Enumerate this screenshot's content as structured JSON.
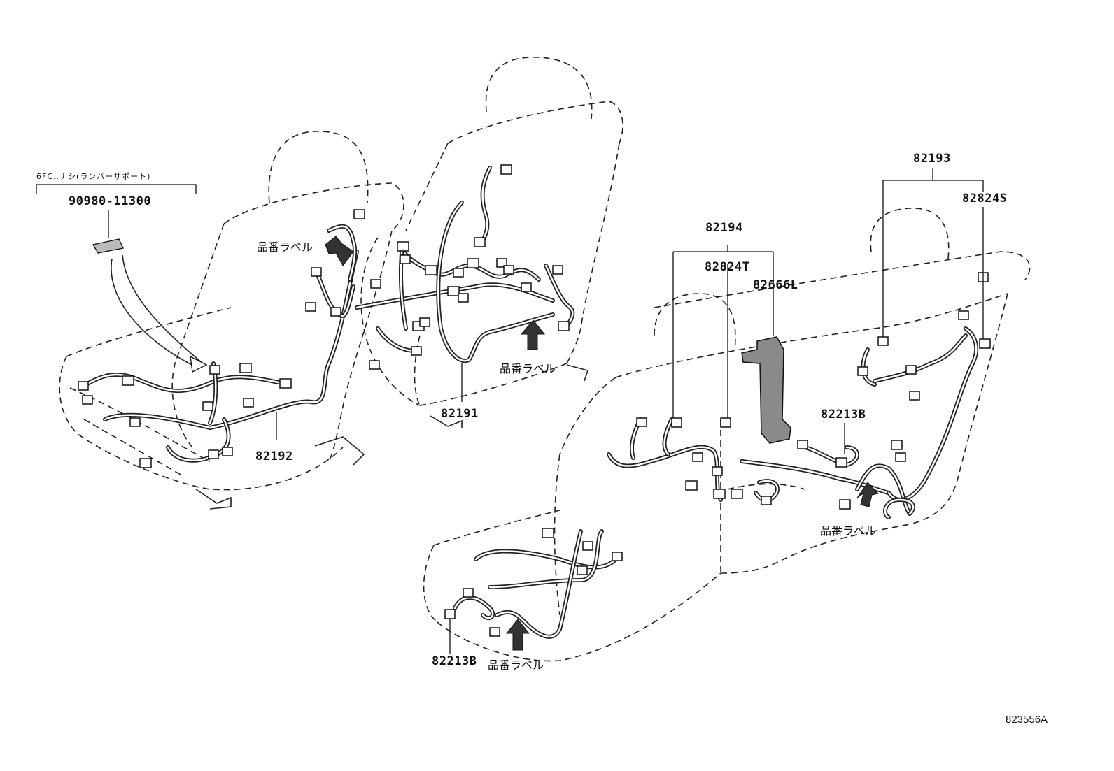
{
  "note_text": "6FC..ナシ(ランバーサポート)",
  "part_numbers": {
    "p90980": "90980-11300",
    "p82192": "82192",
    "p82191": "82191",
    "p82194": "82194",
    "p82824T": "82824T",
    "p82666L": "82666L",
    "p82193": "82193",
    "p82824S": "82824S",
    "p82213B_right": "82213B",
    "p82213B_bottom": "82213B"
  },
  "label_text": {
    "a": "品番ラベル",
    "b": "品番ラベル",
    "c": "品番ラベル",
    "d": "品番ラベル"
  },
  "diagram_ref": "823556A"
}
